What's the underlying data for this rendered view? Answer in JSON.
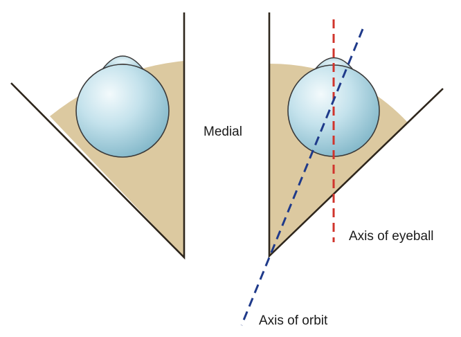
{
  "labels": {
    "medial": "Medial",
    "axis_of_eyeball": "Axis of eyeball",
    "axis_of_orbit": "Axis of orbit"
  },
  "colors": {
    "orbit_fat": "#dcc9a0",
    "orbit_wall": "#2e261c",
    "eyeball": "#b9dde8",
    "eyeball_outline": "#3a3a3a",
    "iris": "#8a5a44",
    "axis_of_eyeball_line": "#d0342c",
    "axis_of_orbit_line": "#1f3a8a"
  }
}
